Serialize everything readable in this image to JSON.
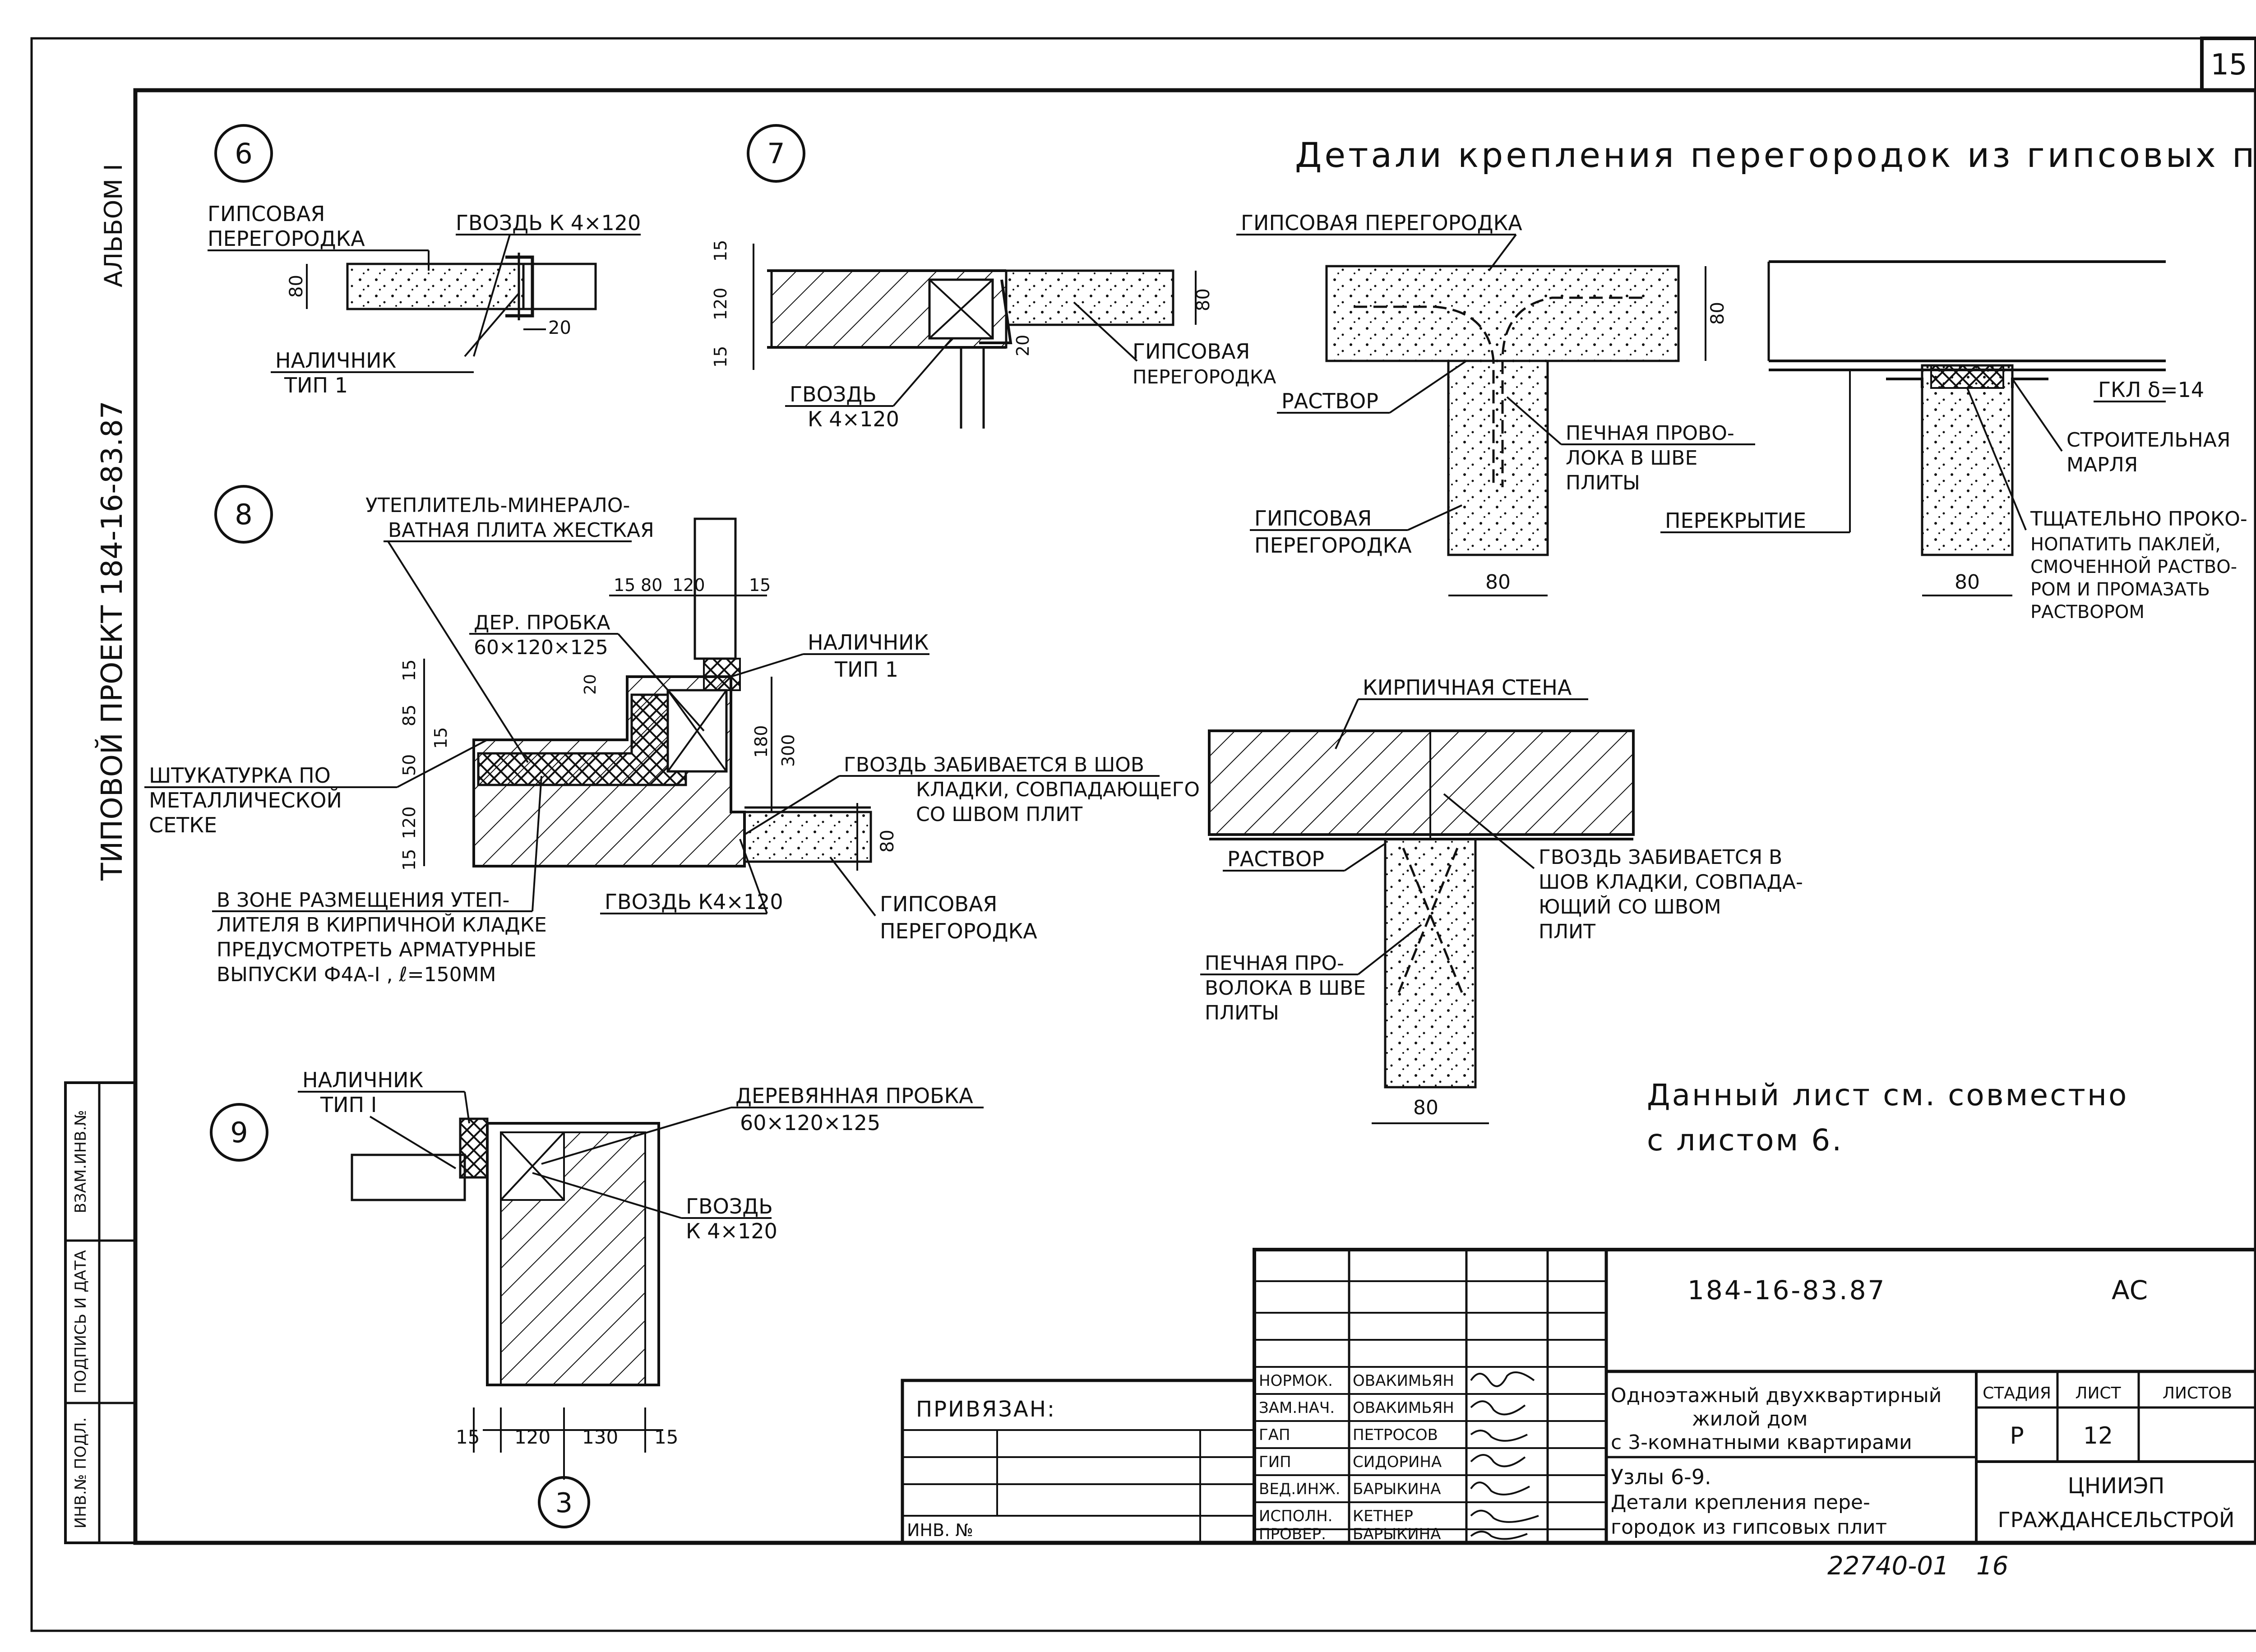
{
  "sheet": {
    "sheet_number": "15",
    "main_title": "Детали крепления перегородок из гипсовых плит",
    "note_line1": "Данный лист см. совместно",
    "note_line2": "с листом 6.",
    "bottom_code": "22740-01",
    "bottom_num": "16"
  },
  "left_margin": {
    "album": "АЛЬБОМ I",
    "project": "ТИПОВОЙ ПРОЕКТ   184-16-83.87",
    "stamp_cells": [
      "ВЗАМ.ИНВ.№",
      "ПОДПИСЬ И ДАТА",
      "ИНВ.№ ПОДЛ."
    ]
  },
  "node6": {
    "marker": "6",
    "label_partition_1": "ГИПСОВАЯ",
    "label_partition_2": "ПЕРЕГОРОДКА",
    "label_nail": "ГВОЗДЬ К 4×120",
    "label_trim_1": "НАЛИЧНИК",
    "label_trim_2": "ТИП 1",
    "dim_80": "80",
    "dim_20": "20"
  },
  "node7": {
    "marker": "7",
    "label_partition_1": "ГИПСОВАЯ",
    "label_partition_2": "ПЕРЕГОРОДКА",
    "label_nail_1": "ГВОЗДЬ",
    "label_nail_2": "К 4×120",
    "dim_15a": "15",
    "dim_120": "120",
    "dim_15b": "15",
    "dim_80": "80",
    "dim_20": "20"
  },
  "node8": {
    "marker": "8",
    "label_insul_1": "УТЕПЛИТЕЛЬ-МИНЕРАЛО-",
    "label_insul_2": "ВАТНАЯ ПЛИТА ЖЕСТКАЯ",
    "label_plug_1": "ДЕР. ПРОБКА",
    "label_plug_2": "60×120×125",
    "label_trim_1": "НАЛИЧНИК",
    "label_trim_2": "ТИП 1",
    "label_nail_seam_1": "ГВОЗДЬ ЗАБИВАЕТСЯ В ШОВ",
    "label_nail_seam_2": "КЛАДКИ, СОВПАДАЮЩЕГО",
    "label_nail_seam_3": "СО ШВОМ ПЛИТ",
    "label_plaster_1": "ШТУКАТУРКА ПО",
    "label_plaster_2": "МЕТАЛЛИЧЕСКОЙ",
    "label_plaster_3": "СЕТКЕ",
    "label_zone_1": "В ЗОНЕ РАЗМЕЩЕНИЯ УТЕП-",
    "label_zone_2": "ЛИТЕЛЯ В КИРПИЧНОЙ КЛАДКЕ",
    "label_zone_3": "ПРЕДУСМОТРЕТЬ АРМАТУРНЫЕ",
    "label_zone_4": "ВЫПУСКИ Ф4А-I , ℓ=150ММ",
    "label_nail": "ГВОЗДЬ К4×120",
    "label_partition_1": "ГИПСОВАЯ",
    "label_partition_2": "ПЕРЕГОРОДКА",
    "dim_top": [
      "15",
      "80",
      "120",
      "15"
    ],
    "dim_left": [
      "15",
      "85",
      "15",
      "50",
      "120",
      "15"
    ],
    "dim_right": [
      "180",
      "300"
    ],
    "dim_20": "20",
    "dim_80": "80"
  },
  "node9": {
    "marker": "9",
    "label_trim_1": "НАЛИЧНИК",
    "label_trim_2": "ТИП I",
    "label_plug_1": "ДЕРЕВЯННАЯ ПРОБКА",
    "label_plug_2": "60×120×125",
    "label_nail_1": "ГВОЗДЬ",
    "label_nail_2": "К 4×120",
    "dims": [
      "15",
      "120",
      "130",
      "15"
    ],
    "axis": "3"
  },
  "tjoint": {
    "label_partition_top": "ГИПСОВАЯ ПЕРЕГОРОДКА",
    "label_mortar": "РАСТВОР",
    "label_wire_1": "ПЕЧНАЯ ПРОВО-",
    "label_wire_2": "ЛОКА В ШВЕ",
    "label_wire_3": "ПЛИТЫ",
    "label_partition_1": "ГИПСОВАЯ",
    "label_partition_2": "ПЕРЕГОРОДКА",
    "dim_80v": "80",
    "dim_80h": "80"
  },
  "ceiling": {
    "label_gkl": "ГКЛ δ=14",
    "label_gauze_1": "СТРОИТЕЛЬНАЯ",
    "label_gauze_2": "МАРЛЯ",
    "label_floor": "ПЕРЕКРЫТИЕ",
    "label_caulk_1": "ТЩАТЕЛЬНО ПРОКО-",
    "label_caulk_2": "НОПАТИТЬ ПАКЛЕЙ,",
    "label_caulk_3": "СМОЧЕННОЙ РАСТВО-",
    "label_caulk_4": "РОМ И ПРОМАЗАТЬ",
    "label_caulk_5": "РАСТВОРОМ",
    "dim_80": "80"
  },
  "brickwall": {
    "label_wall": "КИРПИЧНАЯ СТЕНА",
    "label_mortar": "РАСТВОР",
    "label_nail_1": "ГВОЗДЬ ЗАБИВАЕТСЯ В",
    "label_nail_2": "ШОВ КЛАДКИ, СОВПАДА-",
    "label_nail_3": "ЮЩИЙ СО ШВОМ",
    "label_nail_4": "ПЛИТ",
    "label_wire_1": "ПЕЧНАЯ ПРО-",
    "label_wire_2": "ВОЛОКА В ШВЕ",
    "label_wire_3": "ПЛИТЫ",
    "dim_80": "80"
  },
  "titleblock": {
    "code": "184-16-83.87",
    "mark": "АС",
    "roles": [
      "НОРМОК.",
      "ЗАМ.НАЧ.",
      "ГАП",
      "ГИП",
      "ВЕД.ИНЖ.",
      "ИСПОЛН.",
      "ПРОВЕР."
    ],
    "names": [
      "ОВАКИМЬЯН",
      "ОВАКИМЬЯН",
      "ПЕТРОСОВ",
      "СИДОРИНА",
      "БАРЫКИНА",
      "КЕТНЕР",
      "БАРЫКИНА"
    ],
    "bound": "ПРИВЯЗАН:",
    "inv": "ИНВ. №",
    "object_1": "Одноэтажный двухквартирный",
    "object_2": "жилой дом",
    "object_3": "с 3-комнатными квартирами",
    "sheet_title_1": "Узлы 6-9.",
    "sheet_title_2": "Детали крепления пере-",
    "sheet_title_3": "городок из гипсовых плит",
    "h_stage": "СТАДИЯ",
    "h_sheet": "ЛИСТ",
    "h_sheets": "ЛИСТОВ",
    "stage": "Р",
    "sheet": "12",
    "org_1": "ЦНИИЭП",
    "org_2": "ГРАЖДАНСЕЛЬСТРОЙ"
  }
}
